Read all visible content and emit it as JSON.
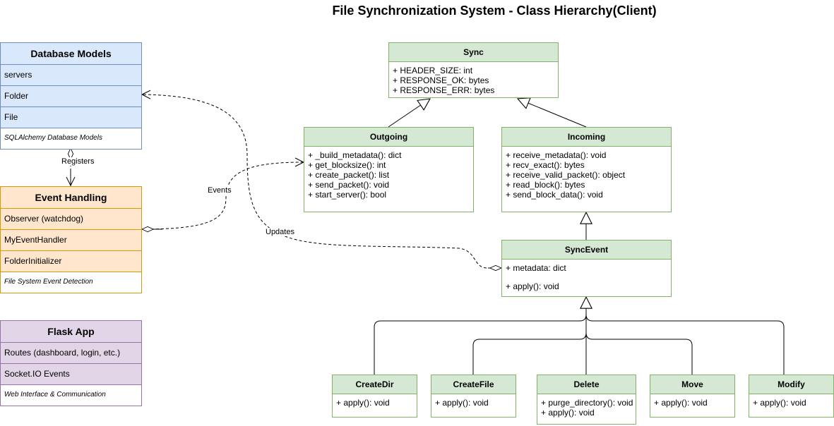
{
  "title": "File Synchronization System - Class Hierarchy(Client)",
  "components": {
    "database": {
      "title": "Database Models",
      "rows": [
        "servers",
        "Folder",
        "File"
      ],
      "note": "SQLAlchemy Database Models"
    },
    "events": {
      "title": "Event Handling",
      "rows": [
        "Observer (watchdog)",
        "MyEventHandler",
        "FolderInitializer"
      ],
      "note": "File System Event Detection"
    },
    "flask": {
      "title": "Flask App",
      "rows": [
        "Routes (dashboard, login, etc.)",
        "Socket.IO Events"
      ],
      "note": "Web Interface & Communication"
    }
  },
  "classes": {
    "sync": {
      "name": "Sync",
      "members": [
        "+ HEADER_SIZE: int",
        "+ RESPONSE_OK: bytes",
        "+ RESPONSE_ERR: bytes"
      ]
    },
    "outgoing": {
      "name": "Outgoing",
      "members": [
        "+ _build_metadata(): dict",
        "+ get_blocksize(): int",
        "+ create_packet(): list",
        "+ send_packet(): void",
        "+ start_server(): bool"
      ]
    },
    "incoming": {
      "name": "Incoming",
      "members": [
        "+ receive_metadata(): void",
        "+ recv_exact(): bytes",
        "+ receive_valid_packet(): object",
        "+ read_block(): bytes",
        "+ send_block_data(): void"
      ]
    },
    "syncevent": {
      "name": "SyncEvent",
      "attributes": [
        "+ metadata: dict"
      ],
      "methods": [
        "+ apply(): void"
      ]
    },
    "createdir": {
      "name": "CreateDir",
      "members": [
        "+ apply(): void"
      ]
    },
    "createfile": {
      "name": "CreateFile",
      "members": [
        "+ apply(): void"
      ]
    },
    "delete": {
      "name": "Delete",
      "members": [
        "+ purge_directory(): void",
        "+ apply(): void"
      ]
    },
    "move": {
      "name": "Move",
      "members": [
        "+ apply(): void"
      ]
    },
    "modify": {
      "name": "Modify",
      "members": [
        "+ apply(): void"
      ]
    }
  },
  "edge_labels": {
    "registers": "Registers",
    "events": "Events",
    "updates": "Updates"
  },
  "colors": {
    "blue_fill": "#dae8fc",
    "blue_stroke": "#6c8ebf",
    "orange_fill": "#ffe6cc",
    "orange_stroke": "#d79b00",
    "purple_fill": "#e1d5e7",
    "purple_stroke": "#9673a6",
    "green_fill": "#d5e8d4",
    "green_stroke": "#82b366"
  }
}
